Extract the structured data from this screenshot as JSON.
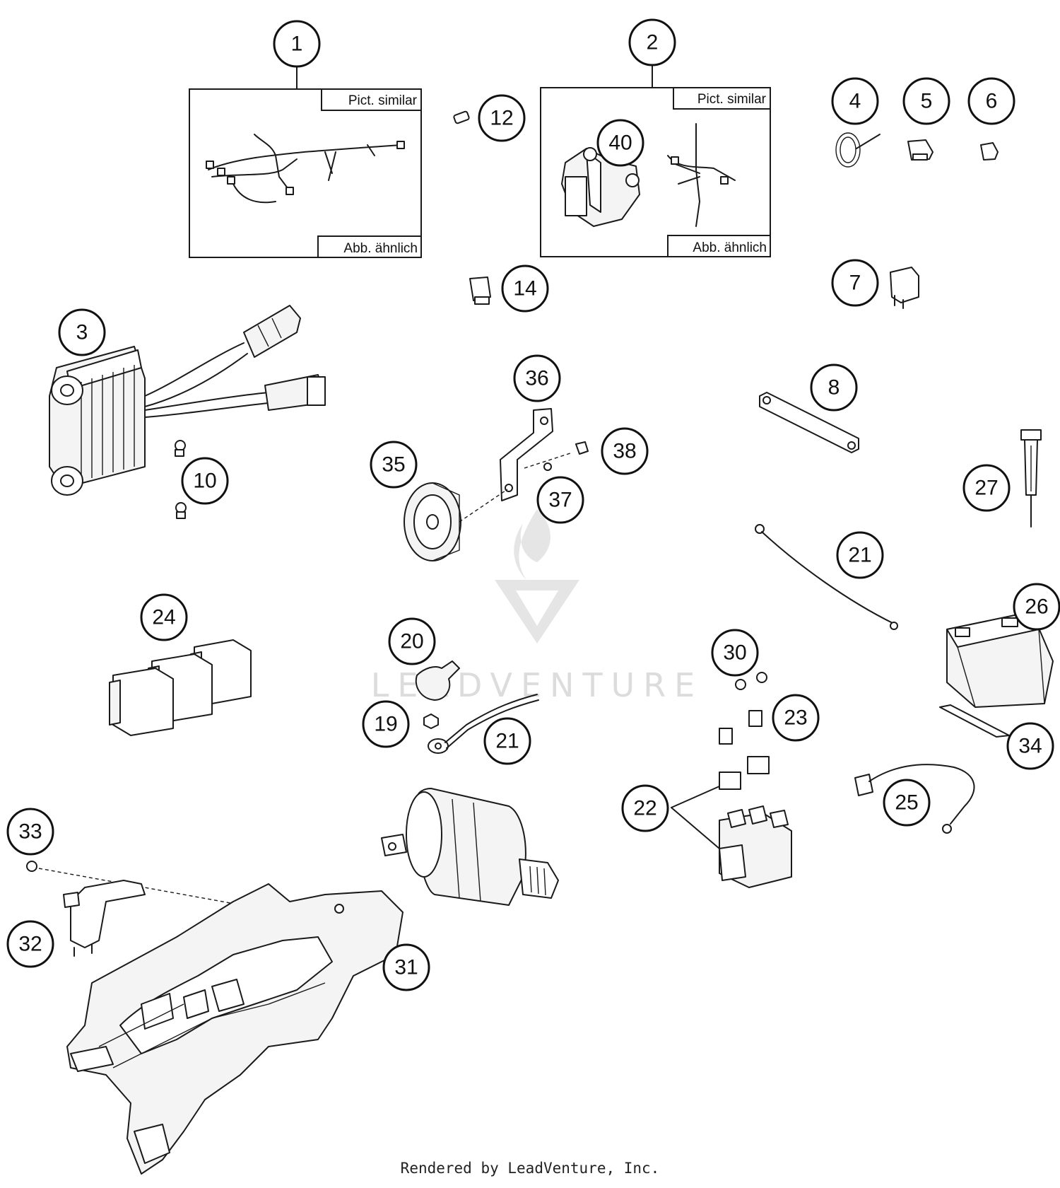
{
  "diagram": {
    "labels": {
      "pict_similar": "Pict. similar",
      "abb_aehnlich": "Abb. ähnlich"
    },
    "callouts": [
      "1",
      "2",
      "3",
      "4",
      "5",
      "6",
      "7",
      "8",
      "10",
      "12",
      "14",
      "19",
      "20",
      "21",
      "22",
      "23",
      "24",
      "25",
      "26",
      "27",
      "30",
      "31",
      "32",
      "33",
      "34",
      "35",
      "36",
      "37",
      "38",
      "40"
    ],
    "watermark": "LEADVENTURE"
  },
  "footer": {
    "credit": "Rendered by LeadVenture, Inc."
  }
}
